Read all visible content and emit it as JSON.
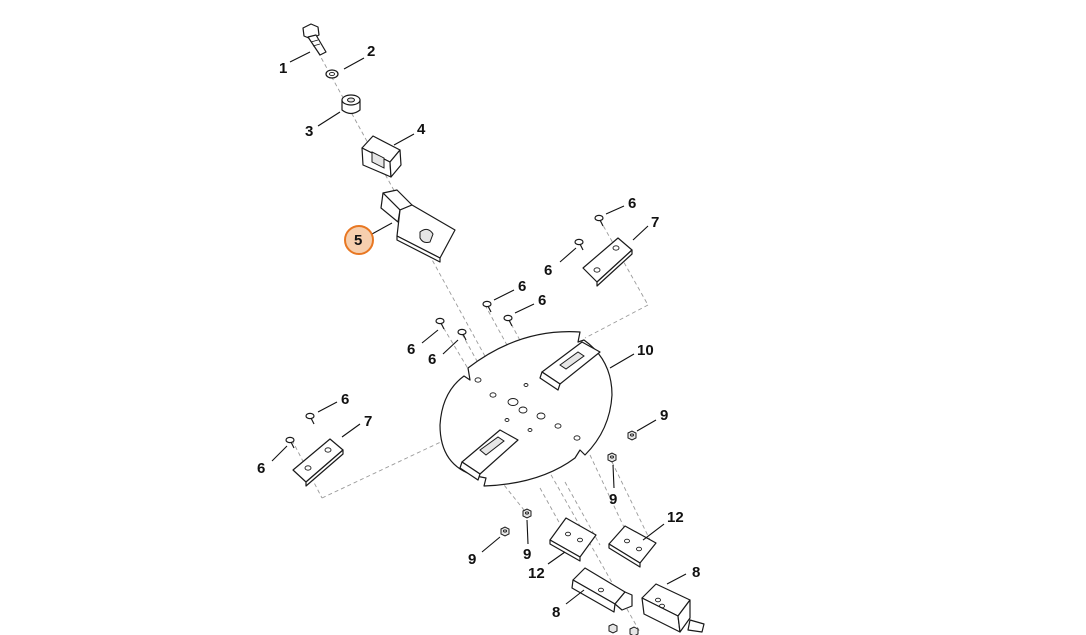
{
  "diagram": {
    "highlight_color": "#e87722",
    "highlighted_callout": "5",
    "callouts": [
      {
        "id": "c1",
        "label": "1"
      },
      {
        "id": "c2",
        "label": "2"
      },
      {
        "id": "c3",
        "label": "3"
      },
      {
        "id": "c4",
        "label": "4"
      },
      {
        "id": "c5",
        "label": "5"
      },
      {
        "id": "c6a",
        "label": "6"
      },
      {
        "id": "c7a",
        "label": "7"
      },
      {
        "id": "c6b",
        "label": "6"
      },
      {
        "id": "c6c",
        "label": "6"
      },
      {
        "id": "c6d",
        "label": "6"
      },
      {
        "id": "c6e",
        "label": "6"
      },
      {
        "id": "c6f",
        "label": "6"
      },
      {
        "id": "c10",
        "label": "10"
      },
      {
        "id": "c6g",
        "label": "6"
      },
      {
        "id": "c7b",
        "label": "7"
      },
      {
        "id": "c6h",
        "label": "6"
      },
      {
        "id": "c9a",
        "label": "9"
      },
      {
        "id": "c9b",
        "label": "9"
      },
      {
        "id": "c9c",
        "label": "9"
      },
      {
        "id": "c9d",
        "label": "9"
      },
      {
        "id": "c12a",
        "label": "12"
      },
      {
        "id": "c12b",
        "label": "12"
      },
      {
        "id": "c8a",
        "label": "8"
      },
      {
        "id": "c8b",
        "label": "8"
      }
    ]
  }
}
